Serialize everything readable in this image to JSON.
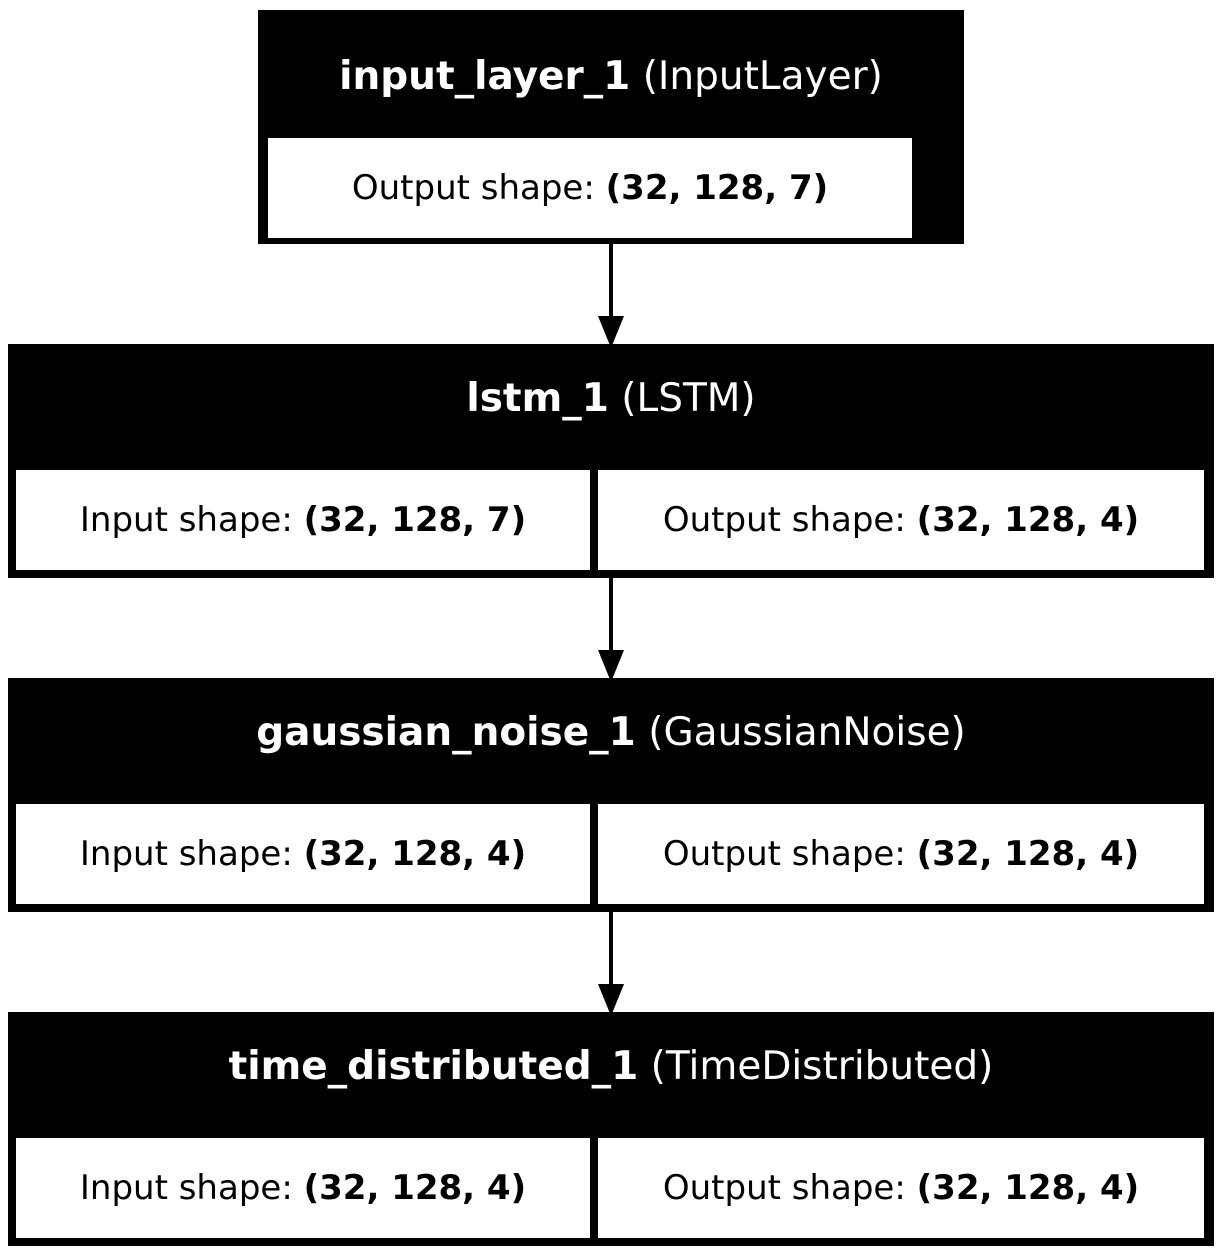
{
  "layers": [
    {
      "name": "input_layer_1",
      "type": "(InputLayer)",
      "output_label": "Output shape: ",
      "output_value": "(32, 128, 7)"
    },
    {
      "name": "lstm_1",
      "type": "(LSTM)",
      "input_label": "Input shape: ",
      "input_value": "(32, 128, 7)",
      "output_label": "Output shape: ",
      "output_value": "(32, 128, 4)"
    },
    {
      "name": "gaussian_noise_1",
      "type": "(GaussianNoise)",
      "input_label": "Input shape: ",
      "input_value": "(32, 128, 4)",
      "output_label": "Output shape: ",
      "output_value": "(32, 128, 4)"
    },
    {
      "name": "time_distributed_1",
      "type": "(TimeDistributed)",
      "input_label": "Input shape: ",
      "input_value": "(32, 128, 4)",
      "output_label": "Output shape: ",
      "output_value": "(32, 128, 4)"
    }
  ],
  "edges": [
    {
      "from": "input_layer_1",
      "to": "lstm_1"
    },
    {
      "from": "lstm_1",
      "to": "gaussian_noise_1"
    },
    {
      "from": "gaussian_noise_1",
      "to": "time_distributed_1"
    }
  ],
  "colors": {
    "node_fill": "#000000",
    "header_text": "#ffffff",
    "cell_fill": "#ffffff",
    "cell_text": "#000000",
    "edge": "#000000"
  }
}
